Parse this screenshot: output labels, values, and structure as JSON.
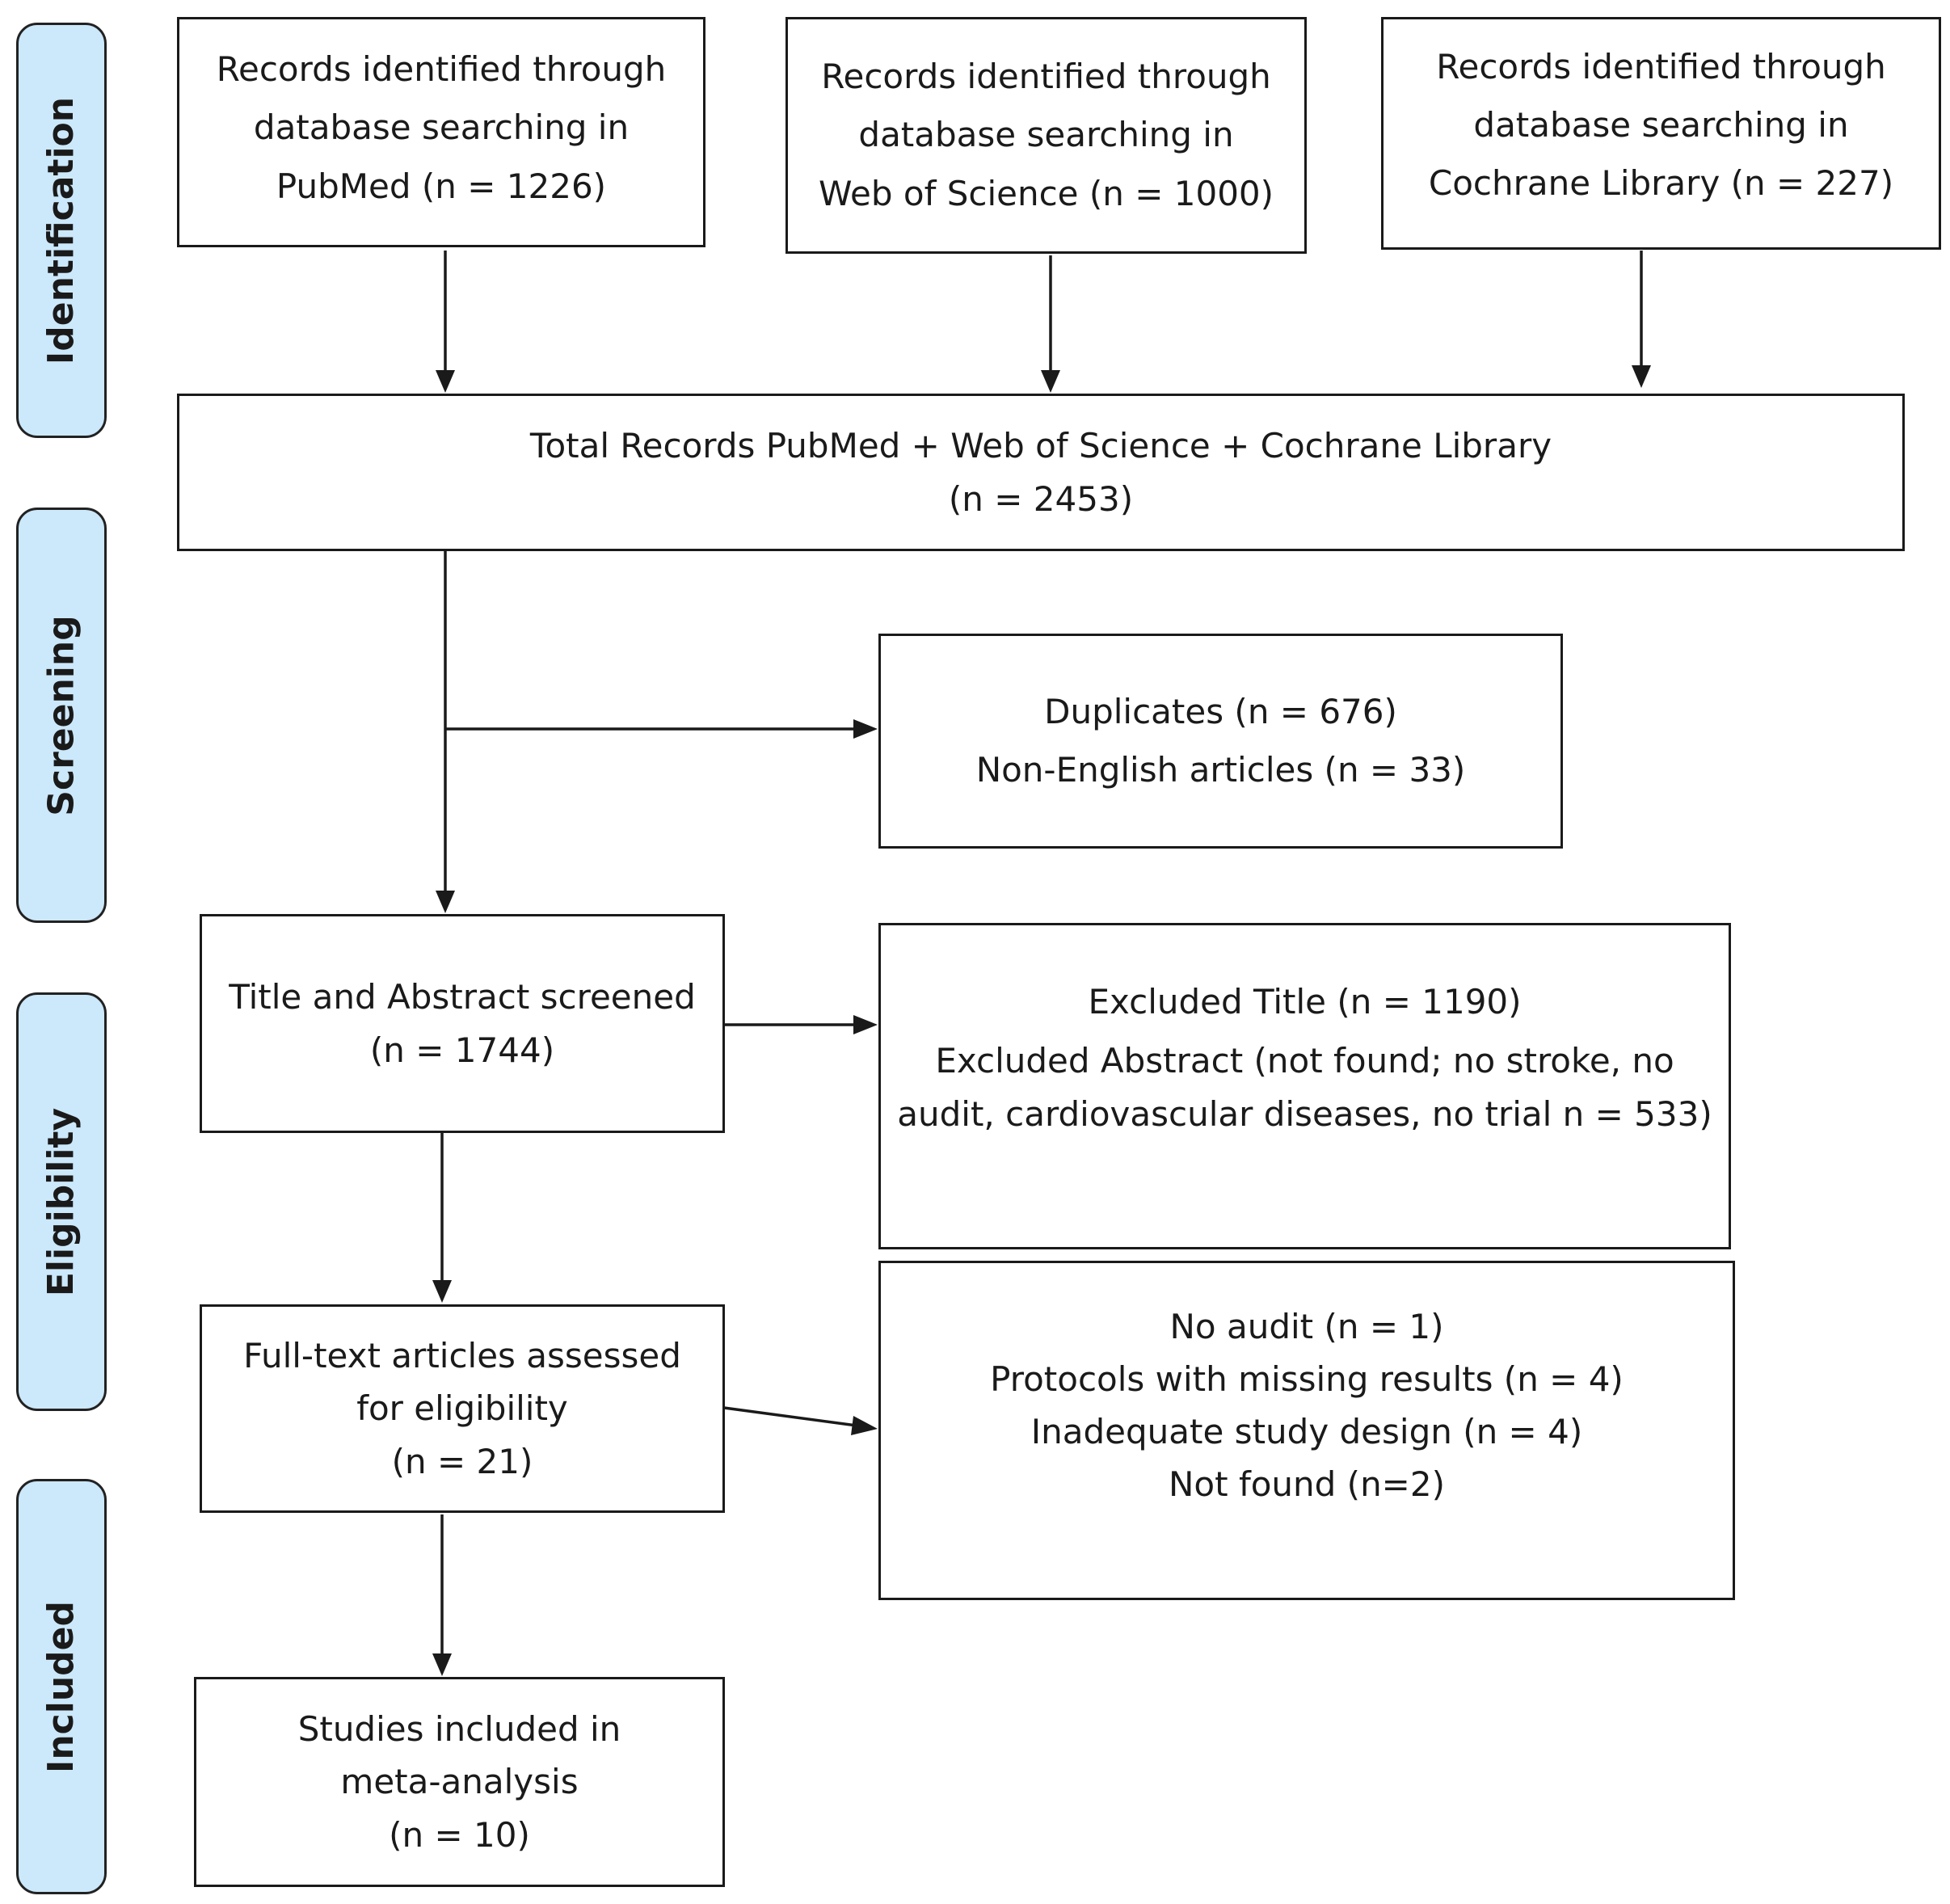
{
  "phases": {
    "identification": "Identification",
    "screening": "Screening",
    "eligibility": "Eligibility",
    "included": "Included"
  },
  "sources": {
    "pubmed": [
      "Records identified through",
      "database searching in",
      "PubMed (n = 1226)"
    ],
    "wos": [
      "Records identified through",
      "database searching in",
      "Web of Science (n = 1000)"
    ],
    "cochrane": [
      "Records identified through",
      "database searching in",
      "Cochrane Library (n = 227)"
    ]
  },
  "total": [
    "Total Records PubMed + Web of Science + Cochrane Library",
    "(n = 2453)"
  ],
  "duplicates": [
    "Duplicates (n = 676)",
    "Non-English articles (n = 33)"
  ],
  "title_abstract": [
    "Title and Abstract screened",
    "(n = 1744)"
  ],
  "excluded_title": [
    "Excluded Title (n = 1190)",
    "Excluded Abstract (not found; no stroke, no",
    "audit, cardiovascular diseases, no trial n = 533)"
  ],
  "fulltext": [
    "Full-text articles assessed",
    "for eligibility",
    "(n = 21)"
  ],
  "fulltext_excluded": [
    "No audit (n = 1)",
    "Protocols with missing results (n = 4)",
    "Inadequate study design (n = 4)",
    "Not found (n=2)"
  ],
  "included": [
    "Studies included in",
    "meta-analysis",
    "(n = 10)"
  ]
}
